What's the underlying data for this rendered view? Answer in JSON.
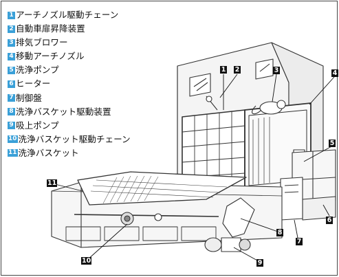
{
  "legend": [
    {
      "num": "1",
      "label": "アーチノズル駆動チェーン"
    },
    {
      "num": "2",
      "label": "自動車扉昇降装置"
    },
    {
      "num": "3",
      "label": "排気ブロワー"
    },
    {
      "num": "4",
      "label": "移動アーチノズル"
    },
    {
      "num": "5",
      "label": "洗浄ポンプ"
    },
    {
      "num": "6",
      "label": "ヒーター"
    },
    {
      "num": "7",
      "label": "制御盤"
    },
    {
      "num": "8",
      "label": "洗浄バスケット駆動装置"
    },
    {
      "num": "9",
      "label": "吸上ポンプ"
    },
    {
      "num": "10",
      "label": "洗浄バスケット駆動チェーン"
    },
    {
      "num": "11",
      "label": "洗浄バスケット"
    }
  ],
  "callouts": [
    "1",
    "2",
    "3",
    "4",
    "5",
    "6",
    "7",
    "8",
    "9",
    "10",
    "11"
  ],
  "colors": {
    "badge_blue": "#3aa0d8",
    "tag_black": "#111111",
    "line": "#333333"
  }
}
